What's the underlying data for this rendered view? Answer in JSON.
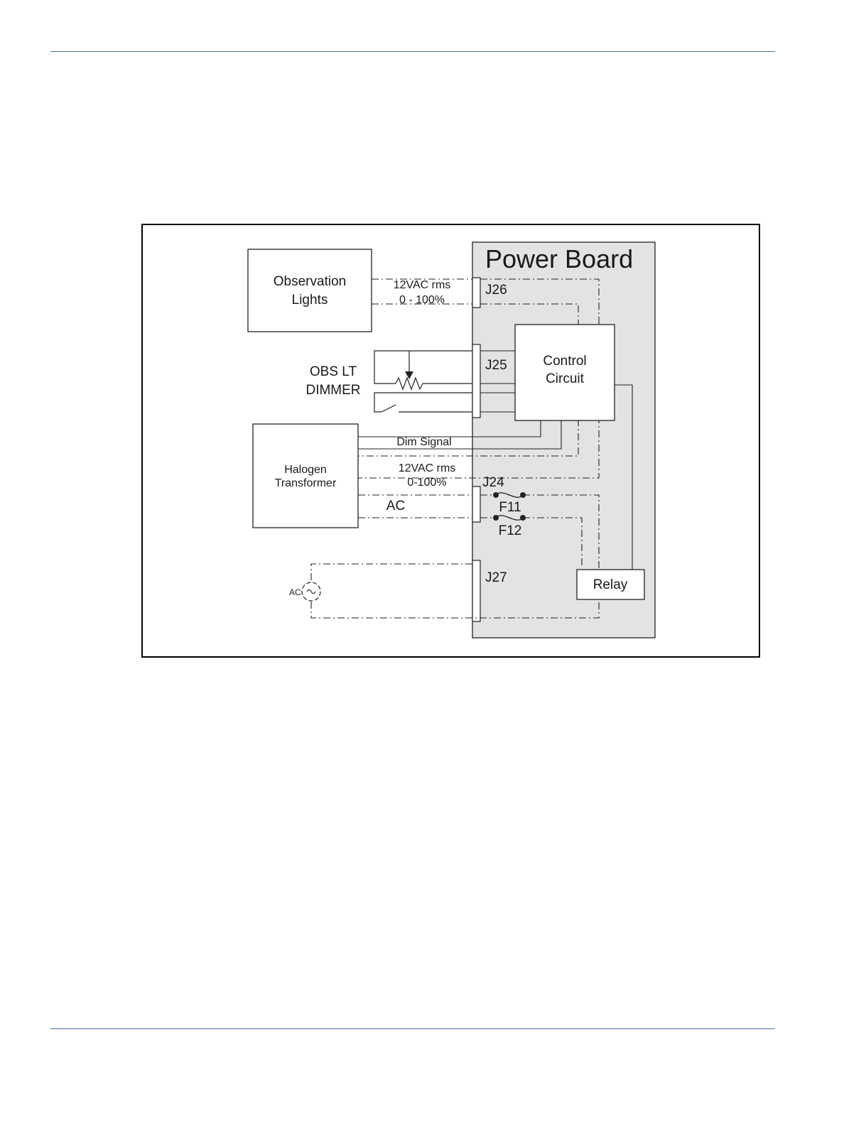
{
  "diagram": {
    "power_board": "Power Board",
    "observation_lights": [
      "Observation",
      "Lights"
    ],
    "control_circuit": [
      "Control",
      "Circuit"
    ],
    "halogen_transformer": [
      "Halogen",
      "Transformer"
    ],
    "relay": "Relay",
    "dimmer": [
      "OBS LT",
      "DIMMER"
    ],
    "connectors": {
      "j26": "J26",
      "j25": "J25",
      "j24": "J24",
      "j27": "J27"
    },
    "fuses": {
      "f11": "F11",
      "f12": "F12"
    },
    "wire_labels": {
      "upper_voltage": "12VAC rms",
      "upper_range": "0 - 100%",
      "dim_signal": "Dim Signal",
      "lower_voltage": "12VAC rms",
      "lower_range": "0-100%",
      "ac": "AC",
      "ac_source": "AC"
    },
    "colors": {
      "board_fill": "#e3e3e3",
      "rule": "#4a6fa5"
    }
  }
}
